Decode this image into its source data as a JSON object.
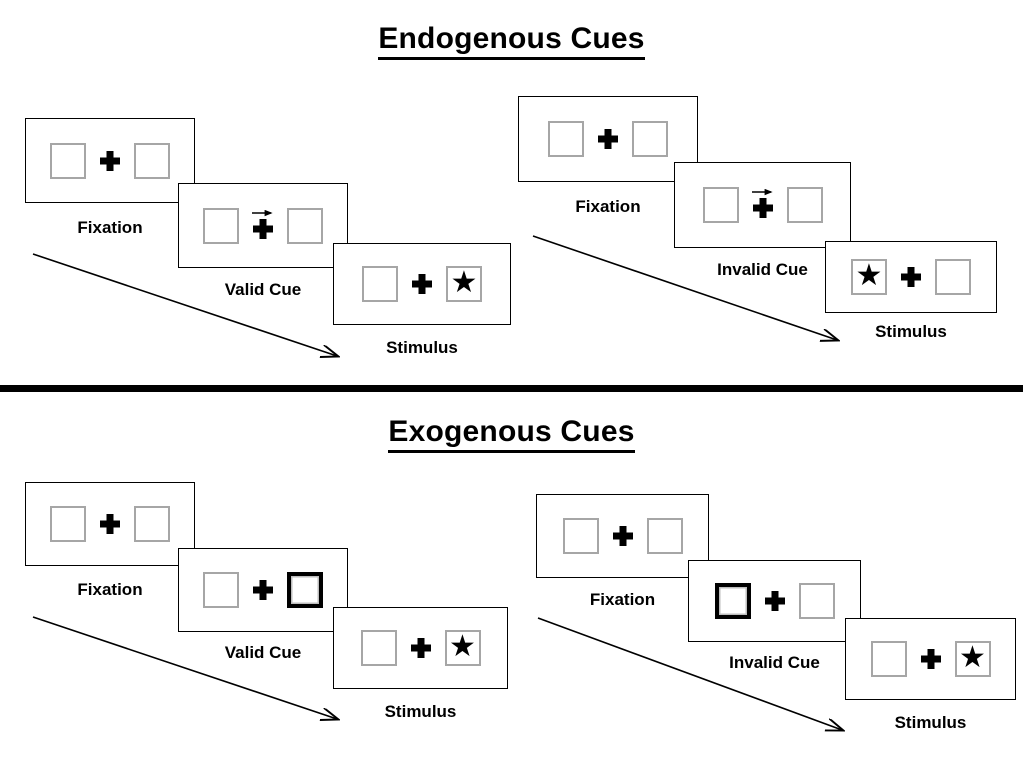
{
  "sections": [
    {
      "id": "endogenous",
      "title": "Endogenous Cues",
      "cue_type": "arrow",
      "sequences": [
        {
          "id": "endogenous-valid",
          "side": "left",
          "cue_label": "Valid Cue",
          "cue_direction": "right",
          "cued_side": "right",
          "target_side": "right",
          "steps": [
            {
              "label": "Fixation",
              "left_box": "empty",
              "right_box": "empty",
              "cue": "none"
            },
            {
              "label": "Valid Cue",
              "left_box": "empty",
              "right_box": "empty",
              "cue": "arrow-right"
            },
            {
              "label": "Stimulus",
              "left_box": "empty",
              "right_box": "star",
              "cue": "none"
            }
          ]
        },
        {
          "id": "endogenous-invalid",
          "side": "right",
          "cue_label": "Invalid Cue",
          "cue_direction": "right",
          "cued_side": "right",
          "target_side": "left",
          "steps": [
            {
              "label": "Fixation",
              "left_box": "empty",
              "right_box": "empty",
              "cue": "none"
            },
            {
              "label": "Invalid Cue",
              "left_box": "empty",
              "right_box": "empty",
              "cue": "arrow-right"
            },
            {
              "label": "Stimulus",
              "left_box": "star",
              "right_box": "empty",
              "cue": "none"
            }
          ]
        }
      ]
    },
    {
      "id": "exogenous",
      "title": "Exogenous Cues",
      "cue_type": "box-flash",
      "sequences": [
        {
          "id": "exogenous-valid",
          "side": "left",
          "cue_label": "Valid Cue",
          "cue_direction": "none",
          "cued_side": "right",
          "target_side": "right",
          "steps": [
            {
              "label": "Fixation",
              "left_box": "empty",
              "right_box": "empty",
              "cue": "none"
            },
            {
              "label": "Valid Cue",
              "left_box": "empty",
              "right_box": "cued",
              "cue": "none"
            },
            {
              "label": "Stimulus",
              "left_box": "empty",
              "right_box": "star",
              "cue": "none"
            }
          ]
        },
        {
          "id": "exogenous-invalid",
          "side": "right",
          "cue_label": "Invalid Cue",
          "cue_direction": "none",
          "cued_side": "left",
          "target_side": "right",
          "steps": [
            {
              "label": "Fixation",
              "left_box": "empty",
              "right_box": "empty",
              "cue": "none"
            },
            {
              "label": "Invalid Cue",
              "left_box": "cued",
              "right_box": "empty",
              "cue": "none"
            },
            {
              "label": "Stimulus",
              "left_box": "empty",
              "right_box": "star",
              "cue": "none"
            }
          ]
        }
      ]
    }
  ],
  "glyphs": {
    "star": "★",
    "fixation_cross": "plus-sign",
    "cue_arrow": "arrow-right"
  },
  "colors": {
    "box_border": "#a6a6a6",
    "cued_box_border": "#000000",
    "panel_border": "#000000",
    "text": "#000000",
    "divider": "#000000",
    "background": "#ffffff"
  },
  "time_arrows": {
    "label": "time-progression-arrow",
    "count": 4
  }
}
